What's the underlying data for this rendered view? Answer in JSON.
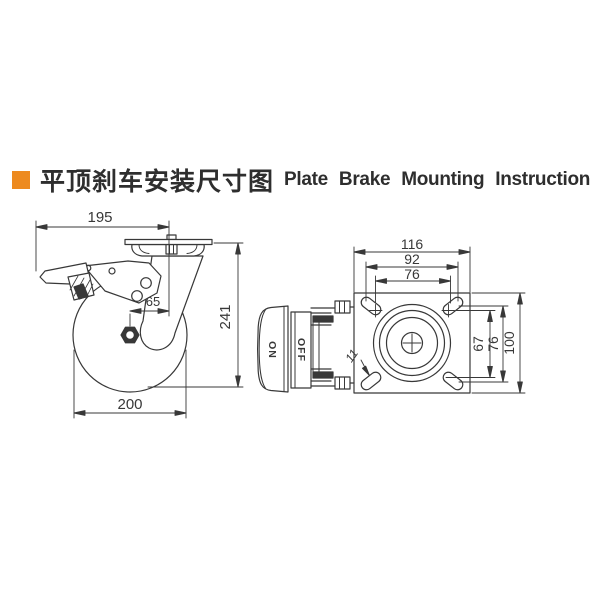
{
  "title": {
    "zh": "平顶刹车安装尺寸图",
    "en": "Plate Brake Mounting Instruction",
    "bullet_color": "#ED8A1F"
  },
  "side_view": {
    "description": "caster side view with brake lever",
    "dim_top_width": "195",
    "dim_axle_offset": "65",
    "dim_height": "241",
    "dim_wheel_diameter": "200"
  },
  "top_view": {
    "description": "mounting plate top view with brake pedal",
    "dim_plate_width": "116",
    "dim_hole_span_outer": "92",
    "dim_hole_span_inner": "76",
    "dim_hole_span_v_inner": "67",
    "dim_hole_span_v_outer": "76",
    "dim_plate_height": "100",
    "dim_slot_width": "11",
    "pedal_on": "ON",
    "pedal_off": "OFF"
  },
  "colors": {
    "line": "#383838",
    "background": "#ffffff",
    "accent": "#ED8A1F"
  }
}
